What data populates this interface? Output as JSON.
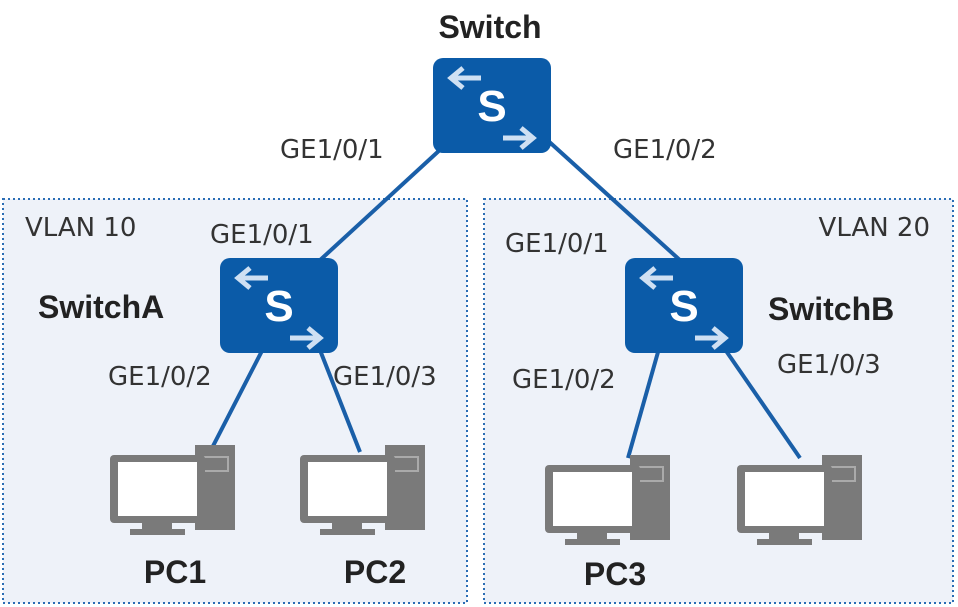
{
  "colors": {
    "switch": "#0b5ba8",
    "link": "#1a5fa8",
    "pc": "#7a7a7a",
    "vlan_fill": "#eef2f9",
    "vlan_border": "#2a6db5"
  },
  "core": {
    "name": "Switch",
    "port_left": "GE1/0/1",
    "port_right": "GE1/0/2",
    "icon": "switch-icon",
    "glyph": "S"
  },
  "vlans": [
    {
      "label": "VLAN 10",
      "switch": {
        "name": "SwitchA",
        "uplink": "GE1/0/1",
        "port_left": "GE1/0/2",
        "port_right": "GE1/0/3",
        "glyph": "S"
      },
      "pcs": [
        "PC1",
        "PC2"
      ]
    },
    {
      "label": "VLAN 20",
      "switch": {
        "name": "SwitchB",
        "uplink": "GE1/0/1",
        "port_left": "GE1/0/2",
        "port_right": "GE1/0/3",
        "glyph": "S"
      },
      "pcs": [
        "PC3"
      ]
    }
  ]
}
